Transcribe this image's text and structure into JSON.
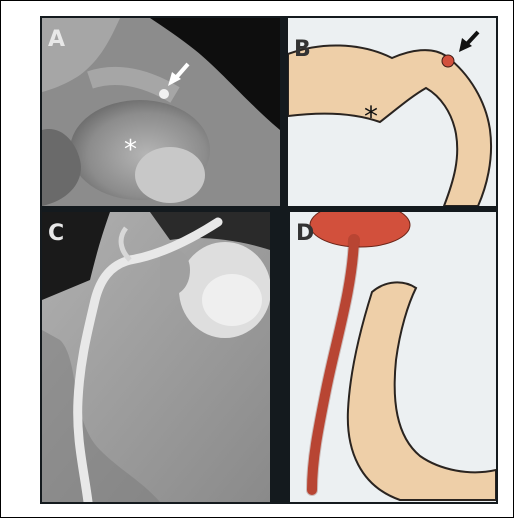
{
  "figure": {
    "panels": [
      {
        "label": "A"
      },
      {
        "label": "B"
      },
      {
        "label": "C"
      },
      {
        "label": "D"
      }
    ],
    "annotations": {
      "asterisk": "*"
    },
    "colors": {
      "divider": "#141a1e",
      "vessel_tan": "#eecfa8",
      "vessel_outline": "#2a2420",
      "artery_red": "#d2503c",
      "drawing_bg": "#ecf0f2",
      "ct_dark": "#101010",
      "ct_gray": "#8c8c8c",
      "ct_bright": "#e6e6e6"
    }
  }
}
